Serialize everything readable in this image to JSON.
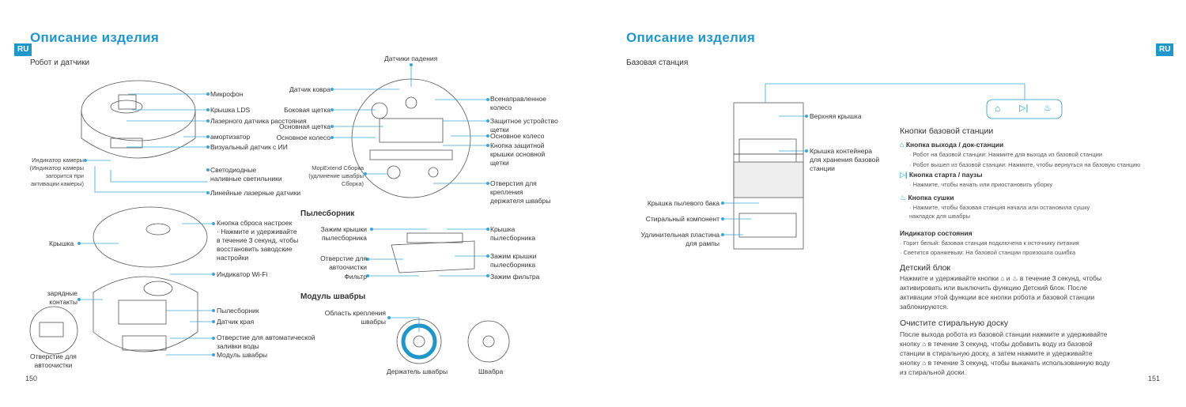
{
  "left": {
    "tab": "RU",
    "title": "Описание изделия",
    "page_number": "150",
    "robot_section": "Робот и датчики",
    "labels_top": {
      "camera_indicator": "Индикатор камеры\n(Индикатор камеры\nзагорится при\nактивации камеры)",
      "microphone": "Микрофон",
      "lds_cover": "Крышка LDS",
      "laser_sensor": "Лазерного датчика расстояния",
      "bumper": "амортизатор",
      "visual_sensor": "Визуальный датчик с ИИ",
      "led": "Светодиодные\nналивные светильники",
      "line_laser": "Линейные лазерные датчики"
    },
    "labels_bottom_robot": {
      "cover": "Крышка",
      "charging": "зарядные\nконтакты",
      "outlet": "Отверстие для\nавтоочистки",
      "reset": "Кнопка сброса настроек\n· Нажмите и удерживайте\nв течение 3 секунд, чтобы\nвосстановить заводские\nнастройки",
      "wifi": "Индикатор Wi-Fi",
      "dustbin": "Пылесборник",
      "edge_sensor": "Датчик края",
      "auto_fill": "Отверстие для автоматической\nзаливки воды",
      "mop_module": "Модуль швабры"
    },
    "underside": {
      "cliff": "Датчики падения",
      "carpet": "Датчик ковра",
      "side_brush": "Боковая щетка",
      "main_brush_1": "Основная щетка",
      "main_wheel_l": "Основное колесо",
      "omni_wheel": "Всенаправленное\nколесо",
      "protection": "Защитное устройство\nщетки",
      "main_wheel_r": "Основное колесо",
      "brush_guard": "Кнопка защитной\nкрышки основной\nщетки",
      "mopextend": "MopExtend Сборка\n(удлинение швабры\nСборка)",
      "mop_holes": "Отверстия для\nкрепления\nдержателя швабры"
    },
    "dustbin_section": {
      "heading": "Пылесборник",
      "lid_latch": "Зажим крышки\nпылесборника",
      "outlet": "Отверстие для\nавтоочистки",
      "filter": "Фильтр",
      "lid": "Крышка\nпылесборника",
      "lid_latch_r": "Зажим крышки\nпылесборника",
      "filter_latch": "Зажим фильтра"
    },
    "mop_section": {
      "heading": "Модуль швабры",
      "mount_area": "Область крепления\nшвабры",
      "holder": "Держатель швабры",
      "mop": "Швабра"
    }
  },
  "right": {
    "tab": "RU",
    "title": "Описание изделия",
    "page_number": "151",
    "station_section": "Базовая станция",
    "station_labels": {
      "top_cover": "Верхняя крышка",
      "container_cover": "Крышка контейнера\nдля хранения базовой\nстанции",
      "dust_bag_cover": "Крышка пылевого бака",
      "washer": "Стиральный компонент",
      "ramp": "Удлинительная пластина\nдля рампы"
    },
    "buttons_heading": "Кнопки базовой станции",
    "home_btn": {
      "title": "Кнопка выхода / док-станции",
      "b1": "· Робот на базовой станции: Нажмите для выхода из базовой станции",
      "b2": "· Робот вышел из базовой станции: Нажмите, чтобы вернуться на базовую станцию"
    },
    "start_btn": {
      "title": "Кнопка старта / паузы",
      "b1": "· Нажмите, чтобы начать или приостановить уборку"
    },
    "dry_btn": {
      "title": "Кнопка сушки",
      "b1": "· Нажмите, чтобы базовая станция начала или остановила сушку\n  накладок для швабры"
    },
    "status": {
      "heading": "Индикатор состояния",
      "b1": "· Горит белый: базовая станция подключена к источнику питания",
      "b2": "· Светится оранжевым: На базовой станции произошла ошибка"
    },
    "child_lock": {
      "heading": "Детский блок",
      "text": "Нажмите и удерживайте кнопки ⌂ и ♨ в течение 3 секунд, чтобы\nактивировать или выключить функцию Детский блок. После\nактивации этой функции все кнопки робота и базовой станции\nзаблокируются."
    },
    "clean_tray": {
      "heading": "Очистите стиральную доску",
      "text": "После выхода робота из базовой станции нажмите и удерживайте\nкнопку ⌂ в течение 3 секунд, чтобы добавить воду из базовой\nстанции в стиральную доску, а затем нажмите и удерживайте\nкнопку ⌂ в течение 3 секунд, чтобы выкачать использованную воду\nиз стиральной доски."
    }
  },
  "colors": {
    "accent": "#2196c9",
    "line": "#3aa6d6"
  }
}
